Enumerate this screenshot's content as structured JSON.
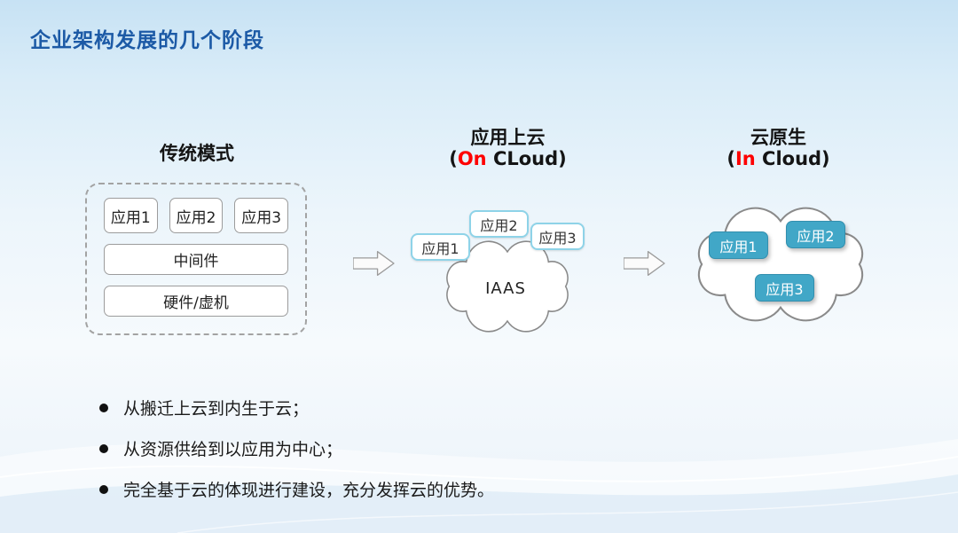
{
  "title": "企业架构发展的几个阶段",
  "stage1": {
    "title": "传统模式",
    "apps": [
      "应用1",
      "应用2",
      "应用3"
    ],
    "middleware": "中间件",
    "hardware": "硬件/虚机"
  },
  "stage2": {
    "title": "应用上云",
    "sub_open": "(",
    "sub_red": "On",
    "sub_rest": " CLoud)",
    "apps": [
      "应用1",
      "应用2",
      "应用3"
    ],
    "cloud_label": "IAAS"
  },
  "stage3": {
    "title": "云原生",
    "sub_open": "(",
    "sub_red": "In",
    "sub_rest": " Cloud)",
    "apps": [
      "应用1",
      "应用2",
      "应用3"
    ]
  },
  "bullets": [
    "从搬迁上云到内生于云；",
    "从资源供给到以应用为中心；",
    "完全基于云的体现进行建设，充分发挥云的优势。"
  ],
  "colors": {
    "title_blue": "#1c5aa6",
    "highlight_red": "#fe0000",
    "teal_fill": "#41a7c7",
    "light_blue_border": "#8ed3e8"
  }
}
